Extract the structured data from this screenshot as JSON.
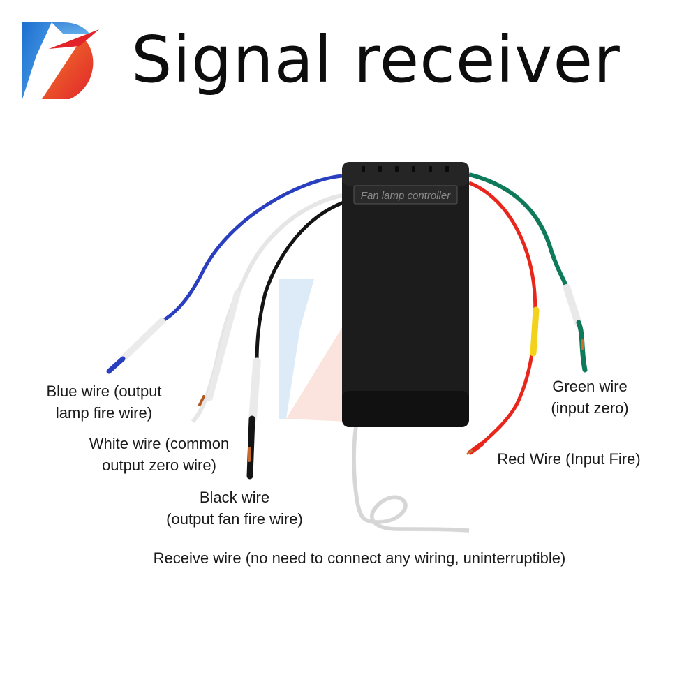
{
  "title": "Signal receiver",
  "device": {
    "label": "Fan lamp controller"
  },
  "colors": {
    "blue_wire": "#2a3fbf",
    "white_wire": "#f2f2f2",
    "black_wire": "#141414",
    "red_wire": "#e8261c",
    "green_wire": "#0f7a5a",
    "sleeve_yellow": "#f2d21b",
    "logo_blue": "#2a7fd4",
    "logo_red": "#e8452c"
  },
  "labels": {
    "blue_wire": [
      "Blue wire (output",
      "lamp fire wire)"
    ],
    "white_wire": [
      "White wire (common",
      "output zero wire)"
    ],
    "black_wire": [
      "Black wire",
      "(output fan fire wire)"
    ],
    "green_wire": [
      "Green wire",
      "(input zero)"
    ],
    "red_wire": [
      "Red Wire (Input Fire)"
    ],
    "receive_wire": [
      "Receive wire (no need to connect any wiring, uninterruptible)"
    ]
  }
}
